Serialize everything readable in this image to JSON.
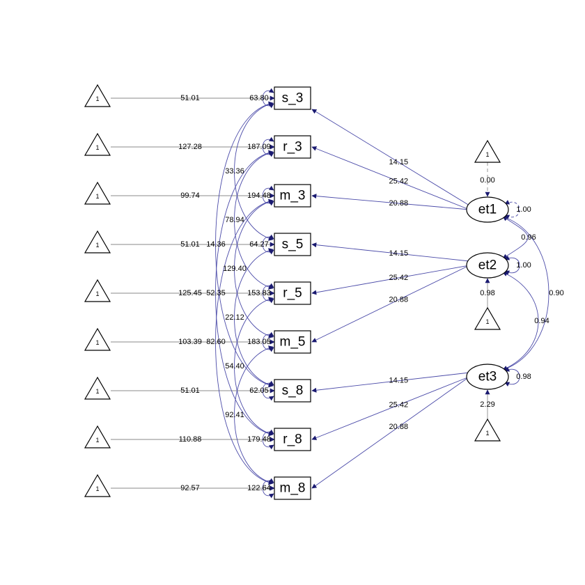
{
  "colors": {
    "path": "#4a4aa8",
    "arrowhead": "#1a1a70",
    "intercept_path": "#8a8a8a",
    "node_stroke": "#000000"
  },
  "observed": [
    {
      "label": "s_3",
      "intercept": "51.01",
      "variance": "63.80"
    },
    {
      "label": "r_3",
      "intercept": "127.28",
      "variance": "187.09"
    },
    {
      "label": "m_3",
      "intercept": "99.74",
      "variance": "194.48"
    },
    {
      "label": "s_5",
      "intercept": "51.01",
      "variance": "64.27"
    },
    {
      "label": "r_5",
      "intercept": "125.45",
      "variance": "153.83"
    },
    {
      "label": "m_5",
      "intercept": "103.39",
      "variance": "183.05"
    },
    {
      "label": "s_8",
      "intercept": "51.01",
      "variance": "62.05"
    },
    {
      "label": "r_8",
      "intercept": "110.88",
      "variance": "179.48"
    },
    {
      "label": "m_8",
      "intercept": "92.57",
      "variance": "122.64"
    }
  ],
  "latent": [
    {
      "label": "et1",
      "variance": "1.00",
      "intercept": "0.00"
    },
    {
      "label": "et2",
      "variance": "1.00",
      "intercept": "0.98"
    },
    {
      "label": "et3",
      "variance": "0.98",
      "intercept": "2.29"
    }
  ],
  "intercept_symbol": "1",
  "loadings": [
    {
      "from": 0,
      "to": 0,
      "value": "14.15"
    },
    {
      "from": 0,
      "to": 1,
      "value": "25.42"
    },
    {
      "from": 0,
      "to": 2,
      "value": "20.88"
    },
    {
      "from": 1,
      "to": 3,
      "value": "14.15"
    },
    {
      "from": 1,
      "to": 4,
      "value": "25.42"
    },
    {
      "from": 1,
      "to": 5,
      "value": "20.88"
    },
    {
      "from": 2,
      "to": 6,
      "value": "14.15"
    },
    {
      "from": 2,
      "to": 7,
      "value": "25.42"
    },
    {
      "from": 2,
      "to": 8,
      "value": "20.88"
    }
  ],
  "latent_covariances": [
    {
      "a": 0,
      "b": 1,
      "value": "0.96"
    },
    {
      "a": 0,
      "b": 2,
      "value": "0.90"
    },
    {
      "a": 1,
      "b": 2,
      "value": "0.94"
    }
  ],
  "residual_covariances": [
    {
      "a": 0,
      "b": 3,
      "value": "33.36"
    },
    {
      "a": 1,
      "b": 4,
      "value": "78.94"
    },
    {
      "a": 0,
      "b": 6,
      "value": "14.36"
    },
    {
      "a": 2,
      "b": 5,
      "value": "129.40"
    },
    {
      "a": 1,
      "b": 7,
      "value": "52.35"
    },
    {
      "a": 3,
      "b": 6,
      "value": "22.12"
    },
    {
      "a": 2,
      "b": 8,
      "value": "82.60"
    },
    {
      "a": 4,
      "b": 7,
      "value": "54.40"
    },
    {
      "a": 5,
      "b": 8,
      "value": "92.41"
    }
  ]
}
